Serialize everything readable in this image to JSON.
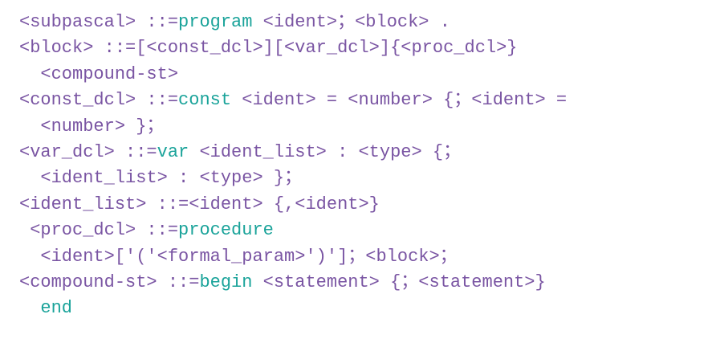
{
  "colors": {
    "text": "#7a55a3",
    "keyword": "#1aa39a",
    "background": "#ffffff"
  },
  "lines": [
    {
      "indent": 0,
      "segments": [
        {
          "t": "<subpascal> ::=",
          "k": false
        },
        {
          "t": "program",
          "k": true
        },
        {
          "t": " <ident>；<block> .",
          "k": false
        }
      ]
    },
    {
      "indent": 0,
      "segments": [
        {
          "t": "<block> ::=[<const_dcl>][<var_dcl>]{<proc_dcl>}",
          "k": false
        }
      ]
    },
    {
      "indent": 2,
      "segments": [
        {
          "t": "<compound-st>",
          "k": false
        }
      ]
    },
    {
      "indent": 0,
      "segments": [
        {
          "t": "<const_dcl> ::=",
          "k": false
        },
        {
          "t": "const",
          "k": true
        },
        {
          "t": " <ident> = <number> {；<ident> =",
          "k": false
        }
      ]
    },
    {
      "indent": 2,
      "segments": [
        {
          "t": "<number> }；",
          "k": false
        }
      ]
    },
    {
      "indent": 0,
      "segments": [
        {
          "t": "<var_dcl> ::=",
          "k": false
        },
        {
          "t": "var",
          "k": true
        },
        {
          "t": " <ident_list> : <type> {；",
          "k": false
        }
      ]
    },
    {
      "indent": 2,
      "segments": [
        {
          "t": "<ident_list> : <type> }；",
          "k": false
        }
      ]
    },
    {
      "indent": 0,
      "segments": [
        {
          "t": "<ident_list> ::=<ident> {,<ident>}",
          "k": false
        }
      ]
    },
    {
      "indent": 1,
      "segments": [
        {
          "t": "<proc_dcl> ::=",
          "k": false
        },
        {
          "t": "procedure",
          "k": true
        }
      ]
    },
    {
      "indent": 2,
      "segments": [
        {
          "t": "<ident>['('<formal_param>')']；<block>；",
          "k": false
        }
      ]
    },
    {
      "indent": 0,
      "segments": [
        {
          "t": "<compound-st> ::=",
          "k": false
        },
        {
          "t": "begin",
          "k": true
        },
        {
          "t": " <statement> {；<statement>}",
          "k": false
        }
      ]
    },
    {
      "indent": 2,
      "segments": [
        {
          "t": "end",
          "k": true
        }
      ]
    }
  ]
}
